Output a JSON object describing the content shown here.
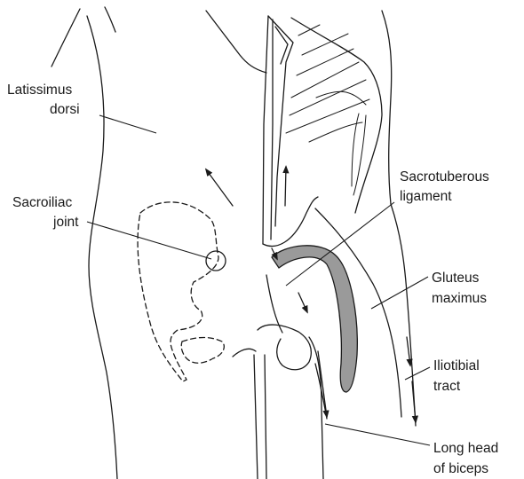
{
  "labels": {
    "latissimus_dorsi": [
      "Latissimus",
      "dorsi"
    ],
    "sacroiliac_joint": [
      "Sacroiliac",
      "joint"
    ],
    "sacrotuberous_ligament": [
      "Sacrotuberous",
      "ligament"
    ],
    "gluteus_maximus": [
      "Gluteus",
      "maximus"
    ],
    "iliotibial_tract": [
      "Iliotibial",
      "tract"
    ],
    "long_head_of_biceps": [
      "Long head",
      "of biceps"
    ]
  },
  "colors": {
    "line": "#1a1a1a",
    "ligament_fill": "#9a9a9a",
    "background": "#ffffff"
  }
}
